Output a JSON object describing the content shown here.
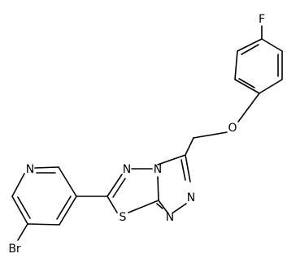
{
  "atoms": {
    "F": "F",
    "O": "O",
    "N_pyridine": "N",
    "N_thiadiazole": "N",
    "N_bridge": "N",
    "N_triazole_a": "N",
    "N_triazole_b": "N",
    "S": "S",
    "Br": "Br"
  }
}
